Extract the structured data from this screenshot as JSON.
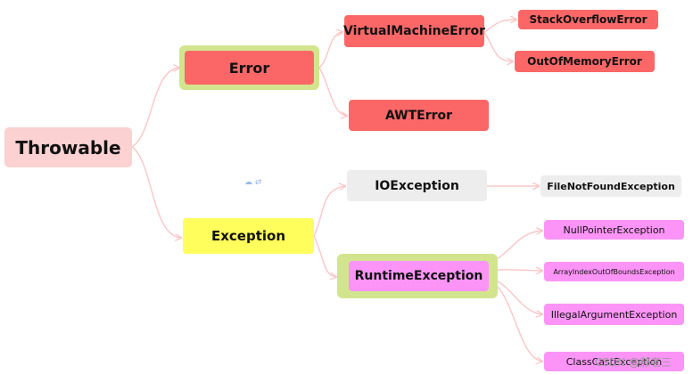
{
  "diagram": {
    "nodes": {
      "throwable": "Throwable",
      "error": "Error",
      "virtual_machine_error": "VirtualMachineError",
      "stack_overflow_error": "StackOverflowError",
      "out_of_memory_error": "OutOfMemoryError",
      "awt_error": "AWTError",
      "exception": "Exception",
      "io_exception": "IOException",
      "file_not_found_exception": "FileNotFoundException",
      "runtime_exception": "RuntimeException",
      "null_pointer_exception": "NullPointerException",
      "array_index_out_of_bounds_exception": "ArrayIndexOutOfBoundsException",
      "illegal_argument_exception": "IllegalArgumentException",
      "class_cast_exception": "ClassCastException"
    },
    "colors": {
      "root_fill": "#fbd1d1",
      "error_fill": "#fb6767",
      "exception_fill": "#fffe5c",
      "io_fill": "#ededed",
      "runtime_fill": "#fb94f6",
      "highlight_ring": "#d2e58e",
      "connector": "#fbc6c6"
    }
  },
  "watermark": {
    "text": "CSDN @郝老三",
    "logo_icon": "cloud-logo-icon"
  }
}
